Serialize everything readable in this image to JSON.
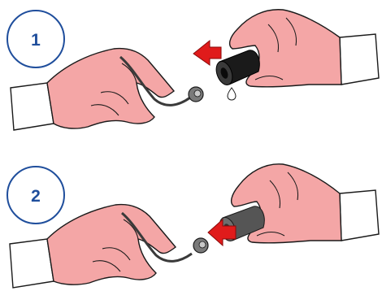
{
  "steps": [
    {
      "label": "1",
      "arrow": "toward-left-hand",
      "sleeve_color": "#1a1a1a",
      "drip": true
    },
    {
      "label": "2",
      "arrow": "toward-right-hand",
      "sleeve_color": "#555555",
      "drip": false
    }
  ],
  "colors": {
    "skin": "#f4a6a6",
    "skin_outline": "#1a1a1a",
    "cuff": "#ffffff",
    "badge_border": "#1f4e9c",
    "arrow": "#e01b1b",
    "cable": "#3a3a3a"
  }
}
